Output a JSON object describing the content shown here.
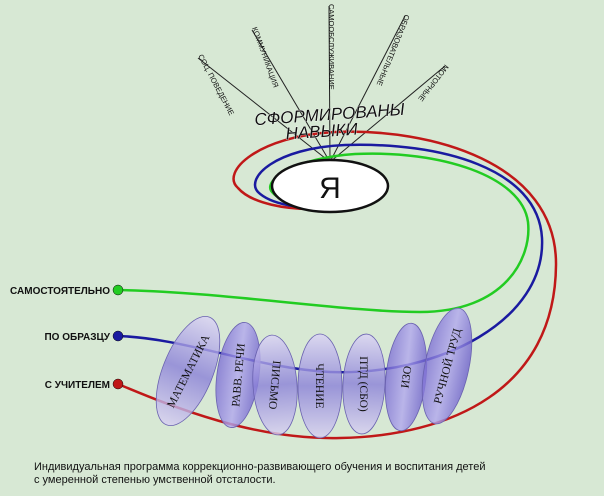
{
  "skills_title": [
    "СФОРМИРОВАНЫ",
    "НАВЫКИ"
  ],
  "center_label": "Я",
  "skills": [
    {
      "label": "СОЦ. ПОВЕДЕНИЕ"
    },
    {
      "label": "КОММУНИКАЦИЯ"
    },
    {
      "label": "САМООБСЛУЖИВАНИЕ"
    },
    {
      "label": "ОБРАЗОВАТЕЛЬНЫЕ"
    },
    {
      "label": "МОТОРНЫЕ"
    }
  ],
  "levels": [
    {
      "label": "САМОСТОЯТЕЛЬНО",
      "color": "#22cc22"
    },
    {
      "label": "ПО ОБРАЗЦУ",
      "color": "#1a1aa0"
    },
    {
      "label": "С УЧИТЕЛЕМ",
      "color": "#c01818"
    }
  ],
  "subjects": [
    {
      "label": "МАТЕМАТИКА"
    },
    {
      "label": "РАВВ. РЕЧИ"
    },
    {
      "label": "ПИСЬМО"
    },
    {
      "label": "ЧТЕНИЕ"
    },
    {
      "label": "ПТД (СБО)"
    },
    {
      "label": "ИЗО"
    },
    {
      "label": "РУЧНОЙ ТРУД"
    }
  ],
  "caption": [
    "Индивидуальная программа коррекционно-развивающего обучения и воспитания детей",
    "с умеренной степенью умственной отсталости."
  ]
}
